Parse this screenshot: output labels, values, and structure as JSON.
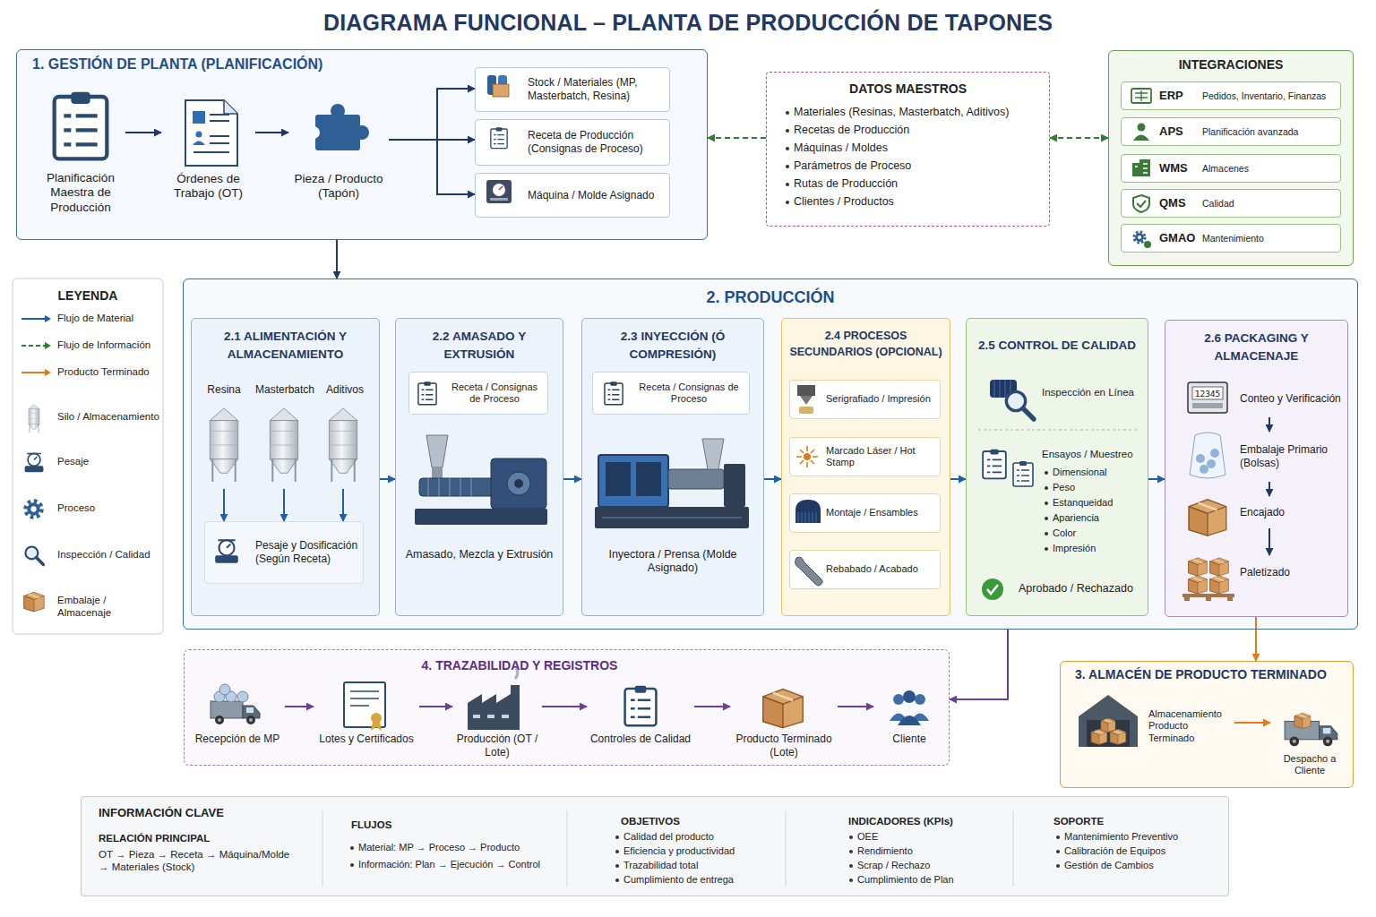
{
  "diagram": {
    "title": "DIAGRAMA FUNCIONAL – PLANTA DE PRODUCCIÓN DE TAPONES",
    "nodes": [
      {
        "text": [
          "1. GESTIÓN DE PLANTA (PLANIFICACIÓN)"
        ]
      },
      {
        "text": [
          "Planificación Maestra de Producción"
        ],
        "in": 0
      },
      {
        "text": [
          "Órdenes de Trabajo (OT)"
        ],
        "in": 0
      },
      {
        "text": [
          "Pieza / Producto (Tapón)"
        ],
        "in": 0
      },
      {
        "text": [
          "Stock / Materiales (MP, Masterbatch, Resina)"
        ],
        "in": 0
      },
      {
        "text": [
          "Receta de Producción (Consignas de Proceso)"
        ],
        "in": 0
      },
      {
        "text": [
          "Máquina / Molde Asignado"
        ],
        "in": 0
      },
      {
        "text": [
          "DATOS MAESTROS",
          "Materiales (Resinas, Masterbatch, Aditivos)",
          "Recetas de Producción",
          "Máquinas / Moldes",
          "Parámetros de Proceso",
          "Rutas de Producción",
          "Clientes / Productos"
        ]
      },
      {
        "text": [
          "INTEGRACIONES"
        ]
      },
      {
        "text": [
          "ERP",
          "Pedidos, Inventario, Finanzas"
        ],
        "in": 8
      },
      {
        "text": [
          "APS",
          "Planificación avanzada"
        ],
        "in": 8
      },
      {
        "text": [
          "WMS",
          "Almacenes"
        ],
        "in": 8
      },
      {
        "text": [
          "QMS",
          "Calidad"
        ],
        "in": 8
      },
      {
        "text": [
          "GMAO",
          "Mantenimiento"
        ],
        "in": 8
      },
      {
        "text": [
          "2. PRODUCCIÓN"
        ]
      },
      {
        "text": [
          "2.1 ALIMENTACIÓN Y ALMACENAMIENTO"
        ],
        "in": 14
      },
      {
        "text": [
          "Resina"
        ],
        "in": 15
      },
      {
        "text": [
          "Masterbatch"
        ],
        "in": 15
      },
      {
        "text": [
          "Aditivos"
        ],
        "in": 15
      },
      {
        "text": [
          "Pesaje y Dosificación (Según Receta)"
        ],
        "in": 15
      },
      {
        "text": [
          "2.2 AMASADO Y EXTRUSIÓN",
          "Amasado, Mezcla y Extrusión"
        ],
        "in": 14
      },
      {
        "text": [
          "Receta / Consignas de Proceso"
        ],
        "in": 20
      },
      {
        "text": [
          "2.3 INYECCIÓN (Ó COMPRESIÓN)",
          "Inyectora / Prensa (Molde Asignado)"
        ],
        "in": 14
      },
      {
        "text": [
          "Receta / Consignas de Proceso"
        ],
        "in": 22
      },
      {
        "text": [
          "2.4 PROCESOS SECUNDARIOS (OPCIONAL)"
        ],
        "in": 14
      },
      {
        "text": [
          "Serigrafiado / Impresión"
        ],
        "in": 24
      },
      {
        "text": [
          "Marcado Láser / Hot Stamp"
        ],
        "in": 24
      },
      {
        "text": [
          "Montaje / Ensambles"
        ],
        "in": 24
      },
      {
        "text": [
          "Rebabado / Acabado"
        ],
        "in": 24
      },
      {
        "text": [
          "2.5 CONTROL DE CALIDAD",
          "Inspección en Línea",
          "Ensayos / Muestreo",
          "Dimensional",
          "Peso",
          "Estanqueidad",
          "Apariencia",
          "Color",
          "Impresión",
          "Aprobado / Rechazado"
        ],
        "in": 14
      },
      {
        "text": [
          "2.6 PACKAGING Y ALMACENAJE"
        ],
        "in": 14
      },
      {
        "text": [
          "Conteo y Verificación"
        ],
        "in": 30
      },
      {
        "text": [
          "Embalaje Primario (Bolsas)"
        ],
        "in": 30
      },
      {
        "text": [
          "Encajado"
        ],
        "in": 30
      },
      {
        "text": [
          "Paletizado"
        ],
        "in": 30
      },
      {
        "text": [
          "4. TRAZABILIDAD Y REGISTROS"
        ]
      },
      {
        "text": [
          "Recepción de MP"
        ],
        "in": 35
      },
      {
        "text": [
          "Lotes y Certificados"
        ],
        "in": 35
      },
      {
        "text": [
          "Producción (OT / Lote)"
        ],
        "in": 35
      },
      {
        "text": [
          "Controles de Calidad"
        ],
        "in": 35
      },
      {
        "text": [
          "Producto Terminado (Lote)"
        ],
        "in": 35
      },
      {
        "text": [
          "Cliente"
        ],
        "in": 35
      },
      {
        "text": [
          "3. ALMACÉN DE PRODUCTO TERMINADO"
        ]
      },
      {
        "text": [
          "Almacenamiento Producto Terminado"
        ],
        "in": 42
      },
      {
        "text": [
          "Despacho a Cliente"
        ],
        "in": 42
      },
      {
        "text": [
          "INFORMACIÓN CLAVE",
          "RELACIÓN PRINCIPAL",
          "OT → Pieza → Receta → Máquina/Molde → Materiales (Stock)",
          "FLUJOS",
          "Material: MP → Proceso → Producto",
          "Información: Plan → Ejecución → Control",
          "OBJETIVOS",
          "Calidad del producto",
          "Eficiencia y productividad",
          "Trazabilidad total",
          "Cumplimiento de entrega",
          "INDICADORES (KPIs)",
          "OEE",
          "Rendimiento",
          "Scrap / Rechazo",
          "Cumplimiento de Plan",
          "SOPORTE",
          "Mantenimiento Preventivo",
          "Calibración de Equipos",
          "Gestión de Cambios"
        ]
      }
    ],
    "edges": [
      {
        "from": 1,
        "to": 2,
        "arrow": "to"
      },
      {
        "from": 2,
        "to": 3,
        "arrow": "to"
      },
      {
        "from": 3,
        "to": 4,
        "arrow": "to"
      },
      {
        "from": 3,
        "to": 5,
        "arrow": "to"
      },
      {
        "from": 3,
        "to": 6,
        "arrow": "to"
      },
      {
        "from": 7,
        "to": 0,
        "arrow": "to"
      },
      {
        "from": 8,
        "to": 7,
        "arrow": "both"
      },
      {
        "from": 0,
        "to": 14,
        "arrow": "to"
      },
      {
        "from": 16,
        "to": 19,
        "arrow": "to"
      },
      {
        "from": 17,
        "to": 19,
        "arrow": "to"
      },
      {
        "from": 18,
        "to": 19,
        "arrow": "to"
      },
      {
        "from": 15,
        "to": 20,
        "arrow": "to"
      },
      {
        "from": 20,
        "to": 22,
        "arrow": "to"
      },
      {
        "from": 22,
        "to": 24,
        "arrow": "to"
      },
      {
        "from": 24,
        "to": 29,
        "arrow": "to"
      },
      {
        "from": 29,
        "to": 30,
        "arrow": "to"
      },
      {
        "from": 31,
        "to": 32,
        "arrow": "to"
      },
      {
        "from": 32,
        "to": 33,
        "arrow": "to"
      },
      {
        "from": 33,
        "to": 34,
        "arrow": "to"
      },
      {
        "from": 14,
        "to": 35,
        "arrow": "to"
      },
      {
        "from": 30,
        "to": 42,
        "arrow": "to"
      },
      {
        "from": 36,
        "to": 37,
        "arrow": "to"
      },
      {
        "from": 37,
        "to": 38,
        "arrow": "to"
      },
      {
        "from": 38,
        "to": 39,
        "arrow": "to"
      },
      {
        "from": 39,
        "to": 40,
        "arrow": "to"
      },
      {
        "from": 40,
        "to": 41,
        "arrow": "to"
      },
      {
        "from": 43,
        "to": 44,
        "arrow": "to"
      }
    ],
    "labels": [
      "LEYENDA",
      "12345"
    ],
    "legend": [
      {
        "text": "Flujo de Material"
      },
      {
        "text": "Flujo de Información"
      },
      {
        "text": "Producto Terminado"
      },
      {
        "text": "Silo / Almacenamiento"
      },
      {
        "text": "Pesaje"
      },
      {
        "text": "Proceso"
      },
      {
        "text": "Inspección / Calidad"
      },
      {
        "text": "Embalaje / Almacenaje"
      }
    ]
  }
}
